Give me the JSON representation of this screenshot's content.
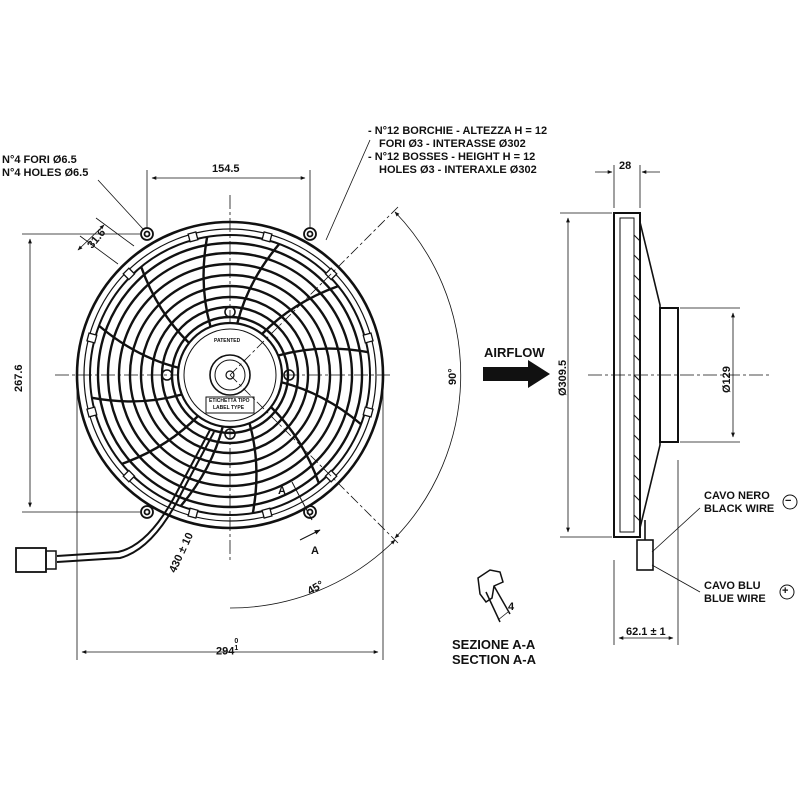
{
  "holes_note": {
    "it": "N°4 FORI Ø6.5",
    "en": "N°4 HOLES Ø6.5"
  },
  "bosses_note": {
    "line1": "- N°12 BORCHIE - ALTEZZA H = 12",
    "line2": "FORI Ø3 - INTERASSE Ø302",
    "line3": "- N°12 BOSSES - HEIGHT H = 12",
    "line4": "HOLES Ø3 - INTERAXLE Ø302"
  },
  "dims": {
    "hole_spacing_top": "154.5",
    "hole_offset": "31.6",
    "hole_spacing_side": "267.6",
    "overall_width": "294",
    "overall_width_tol_upper": "0",
    "overall_width_tol_lower": "1",
    "cable_length": "430 ± 10",
    "angle_90": "90°",
    "angle_45": "45°",
    "depth_top": "28",
    "diameter_frame": "Ø309.5",
    "diameter_motor": "Ø129",
    "depth_total": "62.1 ± 1",
    "section_thickness": "4"
  },
  "labels": {
    "patented": "PATENTED",
    "label_type_it": "ETICHETTA TIPO",
    "label_type_en": "LABEL TYPE",
    "airflow": "AIRFLOW",
    "section_marker": "A",
    "section_it": "SEZIONE A-A",
    "section_en": "SECTION A-A",
    "black_wire_it": "CAVO NERO",
    "black_wire_en": "BLACK WIRE",
    "blue_wire_it": "CAVO BLU",
    "blue_wire_en": "BLUE WIRE",
    "minus": "−",
    "plus": "+"
  },
  "colors": {
    "line": "#111111",
    "background": "#ffffff"
  }
}
